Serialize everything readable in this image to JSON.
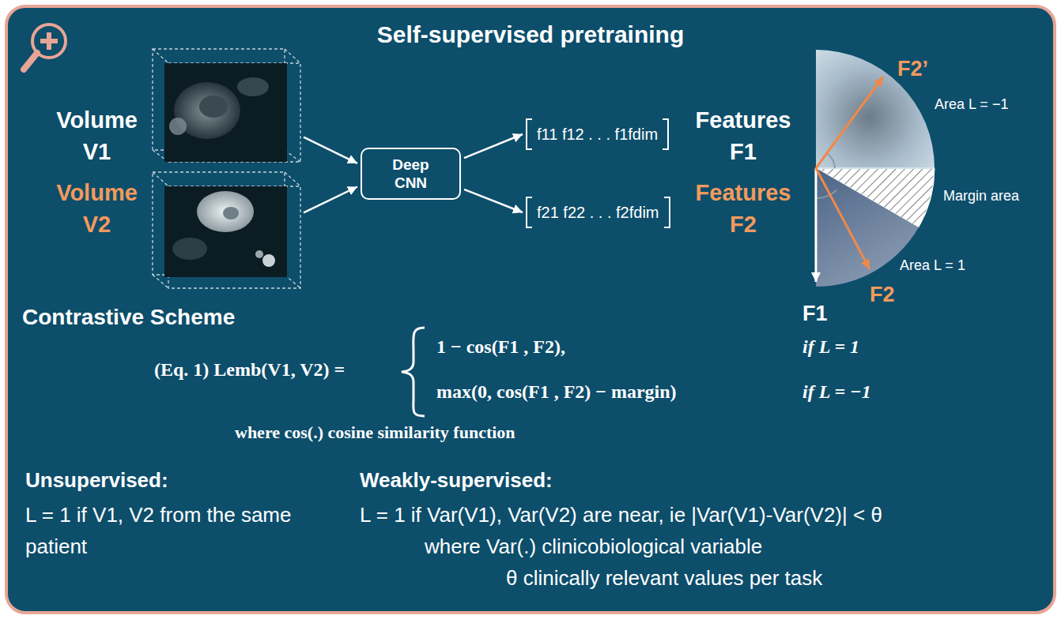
{
  "diagram": {
    "title": "Self-supervised pretraining",
    "nodes": [
      {
        "text": [
          "Volume V1"
        ]
      },
      {
        "text": [
          "Volume V2"
        ]
      },
      {
        "text": [
          "Deep CNN"
        ]
      },
      {
        "text": [
          "f11 f12 . . . f1fdim",
          "Features F1"
        ]
      },
      {
        "text": [
          "f21 f22 . . . f2fdim",
          "Features F2"
        ]
      }
    ],
    "edges": [
      {
        "from": 0,
        "to": 2,
        "arrow": "to"
      },
      {
        "from": 1,
        "to": 2,
        "arrow": "to"
      },
      {
        "from": 2,
        "to": 3,
        "arrow": "to"
      },
      {
        "from": 2,
        "to": 4,
        "arrow": "to"
      }
    ],
    "labels": [
      "Contrastive Scheme",
      "(Eq. 1) Lemb(V1, V2) =",
      "1 − cos(F1 , F2),",
      "if L = 1",
      "max(0, cos(F1 , F2) − margin)",
      "if L = −1",
      "where cos(.) cosine similarity function",
      "F2’",
      "Area L = −1",
      "Margin area",
      "Area L = 1",
      "F2",
      "F1",
      "Unsupervised:",
      "L = 1 if V1, V2 from the same patient",
      "Weakly-supervised:",
      "L = 1 if Var(V1), Var(V2) are near, ie |Var(V1)-Var(V2)| < θ",
      "where Var(.) clinicobiological variable",
      "θ clinically relevant values per task"
    ]
  }
}
